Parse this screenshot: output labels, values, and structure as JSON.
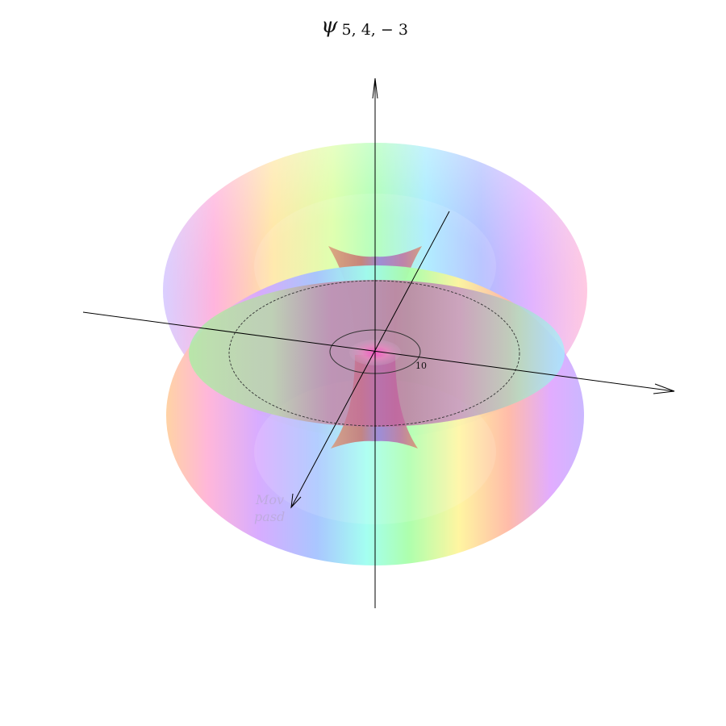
{
  "title": {
    "symbol": "ψ",
    "subscript": "5, 4, − 3"
  },
  "ring_label": "10",
  "watermark": {
    "line1": "Mov",
    "line2": "pasd"
  },
  "colors": {
    "axis": "#000000",
    "cross_section": "#c4558a",
    "hue_cycle": [
      "#ff9ad2",
      "#ffe08f",
      "#f4ff9a",
      "#a8ff9a",
      "#9afff1",
      "#9ac8ff",
      "#d59aff",
      "#ff9ad2"
    ]
  }
}
